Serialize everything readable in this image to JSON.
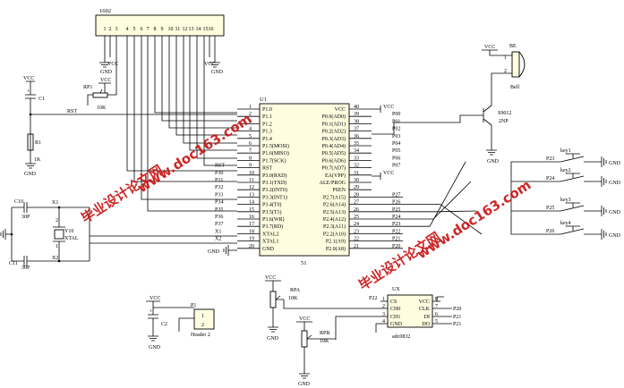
{
  "lcd": {
    "label": "1602",
    "pins": [
      "1",
      "2",
      "3",
      "4",
      "5",
      "6",
      "7",
      "8",
      "9",
      "10",
      "11",
      "12",
      "13",
      "14",
      "15",
      "16"
    ],
    "gnd_left": "GND",
    "vcc_left": "VCC",
    "vcc_right": "VCC",
    "gnd_right": "GND"
  },
  "mcu": {
    "ref": "U1",
    "part": "51",
    "left_pins": [
      {
        "name": "P1.0",
        "num": "1"
      },
      {
        "name": "P1.1",
        "num": "2"
      },
      {
        "name": "P1.2",
        "num": "3"
      },
      {
        "name": "P1.3",
        "num": "4"
      },
      {
        "name": "P1.4",
        "num": "5"
      },
      {
        "name": "P1.5(MOSI)",
        "num": "6"
      },
      {
        "name": "P1.6(MISO)",
        "num": "7"
      },
      {
        "name": "P1.7(SCK)",
        "num": "8"
      },
      {
        "name": "RST",
        "num": "9"
      },
      {
        "name": "P3.0(RXD)",
        "num": "10"
      },
      {
        "name": "P3.1(TXD)",
        "num": "11"
      },
      {
        "name": "P3.2(INT0)",
        "num": "12"
      },
      {
        "name": "P3.3(INT1)",
        "num": "13"
      },
      {
        "name": "P3.4(T0)",
        "num": "14"
      },
      {
        "name": "P3.5(T1)",
        "num": "15"
      },
      {
        "name": "P3.6(WR)",
        "num": "16"
      },
      {
        "name": "P3.7(RD)",
        "num": "17"
      },
      {
        "name": "XTAL2",
        "num": "18"
      },
      {
        "name": "XTAL1",
        "num": "19"
      },
      {
        "name": "GND",
        "num": "20"
      }
    ],
    "left_nets": [
      "",
      "",
      "",
      "",
      "",
      "",
      "",
      "",
      "RST",
      "P30",
      "P31",
      "P32",
      "P33",
      "P34",
      "P35",
      "P36",
      "P37",
      "X1",
      "X2",
      ""
    ],
    "right_pins": [
      {
        "name": "VCC",
        "num": "40"
      },
      {
        "name": "P0.0(AD0)",
        "num": "39"
      },
      {
        "name": "P0.1(AD1)",
        "num": "38"
      },
      {
        "name": "P0.2(AD2)",
        "num": "37"
      },
      {
        "name": "P0.3(AD3)",
        "num": "36"
      },
      {
        "name": "P0.4(AD4)",
        "num": "35"
      },
      {
        "name": "P0.5(AD5)",
        "num": "34"
      },
      {
        "name": "P0.6(AD6)",
        "num": "33"
      },
      {
        "name": "P0.7(AD7)",
        "num": "32"
      },
      {
        "name": "EA(VPP)",
        "num": "31"
      },
      {
        "name": "ALE/PROG",
        "num": "30"
      },
      {
        "name": "PSEN",
        "num": "29"
      },
      {
        "name": "P2.7(A15)",
        "num": "28"
      },
      {
        "name": "P2.6(A14)",
        "num": "27"
      },
      {
        "name": "P2.5(A13)",
        "num": "26"
      },
      {
        "name": "P2.4(A12)",
        "num": "25"
      },
      {
        "name": "P2.3(A11)",
        "num": "24"
      },
      {
        "name": "P2.2(A10)",
        "num": "23"
      },
      {
        "name": "P2.1(A9)",
        "num": "22"
      },
      {
        "name": "P2.0(A8)",
        "num": "21"
      }
    ],
    "right_nets": [
      "VCC",
      "P00",
      "P01",
      "P02",
      "P03",
      "P04",
      "P05",
      "P06",
      "P07",
      "VCC",
      "",
      "",
      "P27",
      "P26",
      "P25",
      "P24",
      "P23",
      "P22",
      "P21",
      "P20"
    ],
    "gnd_label": "GND"
  },
  "reset": {
    "vcc": "VCC",
    "cap": "C1",
    "res": "R1",
    "res_value": "1K",
    "net": "RST",
    "gnd": "GND"
  },
  "potentiometer_rp1": {
    "ref": "RP1",
    "value": "10K",
    "vcc": "VCC",
    "gnd": "GND"
  },
  "crystal": {
    "c10": "C10",
    "c10_value": "30P",
    "c11": "C11",
    "c11_value": "30P",
    "net_x1": "X1",
    "net_x2": "X2",
    "ref": "Y10",
    "value": "XTAL",
    "pin1": "1",
    "pin2": "2"
  },
  "header": {
    "ref": "P1",
    "name": "Header 2",
    "pins": [
      "1",
      "2"
    ],
    "vcc": "VCC",
    "cap": "C2",
    "gnd": "GND"
  },
  "buzzer": {
    "ref": "BE",
    "name": "Bell",
    "vcc": "VCC",
    "transistor": "S9012",
    "transistor_type": "2NP",
    "gnd": "GND",
    "pin1": "1",
    "pin2": "2"
  },
  "keys": [
    {
      "net": "P23",
      "label": "key1",
      "gnd": "GND"
    },
    {
      "net": "P24",
      "label": "key2",
      "gnd": "GND"
    },
    {
      "net": "P25",
      "label": "key3",
      "gnd": "GND"
    },
    {
      "net": "P26",
      "label": "key4",
      "gnd": "GND"
    }
  ],
  "adc": {
    "ref": "UX",
    "part": "adc0832",
    "left_pins": [
      {
        "name": "CS",
        "num": "1"
      },
      {
        "name": "CH0",
        "num": "2"
      },
      {
        "name": "CH1",
        "num": "3"
      },
      {
        "name": "GND",
        "num": "4"
      }
    ],
    "right_pins": [
      {
        "name": "VCC",
        "num": "8"
      },
      {
        "name": "CLK",
        "num": "7"
      },
      {
        "name": "DI",
        "num": "6"
      },
      {
        "name": "DO",
        "num": "5"
      }
    ],
    "cs_net": "P22",
    "right_nets": [
      "P20",
      "P21",
      "P21"
    ]
  },
  "pot_rpa": {
    "ref": "RPA",
    "value": "10K",
    "vcc": "VCC",
    "gnd": "GND"
  },
  "pot_rpb": {
    "ref": "RPB",
    "value": "10K",
    "vcc": "VCC",
    "gnd": "GND"
  },
  "watermarks": {
    "url": "www.doc163.com",
    "cn": "毕业设计论文网"
  }
}
